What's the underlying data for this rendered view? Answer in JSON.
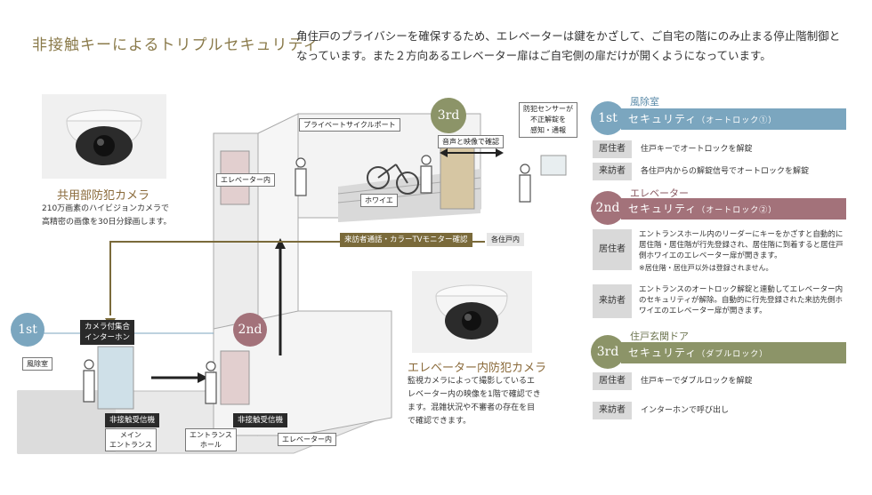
{
  "header": {
    "title": "非接触キーによるトリプルセキュリティ",
    "intro": "角住戸のプライバシーを確保するため、エレベーターは鍵をかざして、ご自宅の階にのみ止まる停止階制御となっています。また２方向あるエレベーター扉はご自宅側の扉だけが開くようになっています。"
  },
  "camera1": {
    "title": "共用部防犯カメラ",
    "desc": "210万画素のハイビジョンカメラで高精密の画像を30日分録画します。"
  },
  "camera2": {
    "title": "エレベーター内防犯カメラ",
    "desc": "監視カメラによって撮影しているエレベーター内の映像を1階で確認できます。混雑状況や不審者の存在を目で確認できます。"
  },
  "diagram": {
    "badges": {
      "first": "1st",
      "second": "2nd",
      "third": "3rd"
    },
    "labels": {
      "windbreak": "風除室",
      "intercom": "カメラ付集合\nインターホン",
      "noncontact1": "非接触受信機",
      "main_entrance": "メイン\nエントランス",
      "entrance_hall": "エントランス\nホール",
      "noncontact2": "非接触受信機",
      "elevator_in_bottom": "エレベーター内",
      "elevator_in_top": "エレベーター内",
      "bicycle_port": "プライベートサイクルポート",
      "foyer": "ホワイエ",
      "audio_video": "音声と映像で確認",
      "sensor": "防犯センサーが\n不正解錠を\n感知・通報",
      "visitor_call": "来訪者通話・カラーTVモニター確認",
      "each_unit": "各住戸内"
    }
  },
  "security": [
    {
      "over": "風除室",
      "badge": "1st",
      "head": "セキュリティ",
      "head_small": "（オートロック①）",
      "color": "#7ba6bf",
      "rows": [
        {
          "role": "居住者",
          "text": "住戸キーでオートロックを解錠"
        },
        {
          "role": "来訪者",
          "text": "各住戸内からの解錠信号でオートロックを解錠"
        }
      ]
    },
    {
      "over": "エレベーター",
      "badge": "2nd",
      "head": "セキュリティ",
      "head_small": "（オートロック②）",
      "color": "#a3727a",
      "rows": [
        {
          "role": "居住者",
          "text": "エントランスホール内のリーダーにキーをかざすと自動的に居住階・居住階が行先登録され、居住階に到着すると居住戸側ホワイエのエレベーター扉が開きます。",
          "note": "※居住階・居住戸以外は登録されません。"
        },
        {
          "role": "来訪者",
          "text": "エントランスのオートロック解錠と連動してエレベーター内のセキュリティが解除。自動的に行先登録された来訪先側ホワイエのエレベーター扉が開きます。"
        }
      ]
    },
    {
      "over": "住戸玄関ドア",
      "badge": "3rd",
      "head": "セキュリティ",
      "head_small": "（ダブルロック）",
      "color": "#8c9468",
      "rows": [
        {
          "role": "居住者",
          "text": "住戸キーでダブルロックを解錠"
        },
        {
          "role": "来訪者",
          "text": "インターホンで呼び出し"
        }
      ]
    }
  ]
}
